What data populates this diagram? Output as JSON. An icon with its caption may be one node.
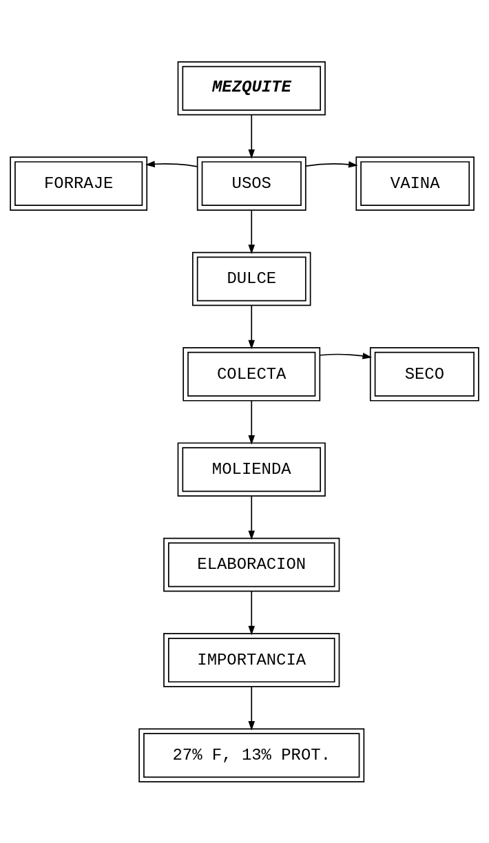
{
  "diagram": {
    "nodes": [
      {
        "text": [
          "MEZQUITE"
        ]
      },
      {
        "text": [
          "FORRAJE"
        ]
      },
      {
        "text": [
          "USOS"
        ]
      },
      {
        "text": [
          "VAINA"
        ]
      },
      {
        "text": [
          "DULCE"
        ]
      },
      {
        "text": [
          "COLECTA"
        ]
      },
      {
        "text": [
          "SECO"
        ]
      },
      {
        "text": [
          "MOLIENDA"
        ]
      },
      {
        "text": [
          "ELABORACION"
        ]
      },
      {
        "text": [
          "IMPORTANCIA"
        ]
      },
      {
        "text": [
          "27% F, 13% PROT."
        ]
      }
    ],
    "edges": [
      {
        "from": 0,
        "to": 2,
        "arrow": "to"
      },
      {
        "from": 2,
        "to": 1,
        "arrow": "to"
      },
      {
        "from": 2,
        "to": 3,
        "arrow": "to"
      },
      {
        "from": 2,
        "to": 4,
        "arrow": "to"
      },
      {
        "from": 4,
        "to": 5,
        "arrow": "to"
      },
      {
        "from": 5,
        "to": 6,
        "arrow": "to"
      },
      {
        "from": 5,
        "to": 7,
        "arrow": "to"
      },
      {
        "from": 7,
        "to": 8,
        "arrow": "to"
      },
      {
        "from": 8,
        "to": 9,
        "arrow": "to"
      },
      {
        "from": 9,
        "to": 10,
        "arrow": "to"
      }
    ]
  }
}
